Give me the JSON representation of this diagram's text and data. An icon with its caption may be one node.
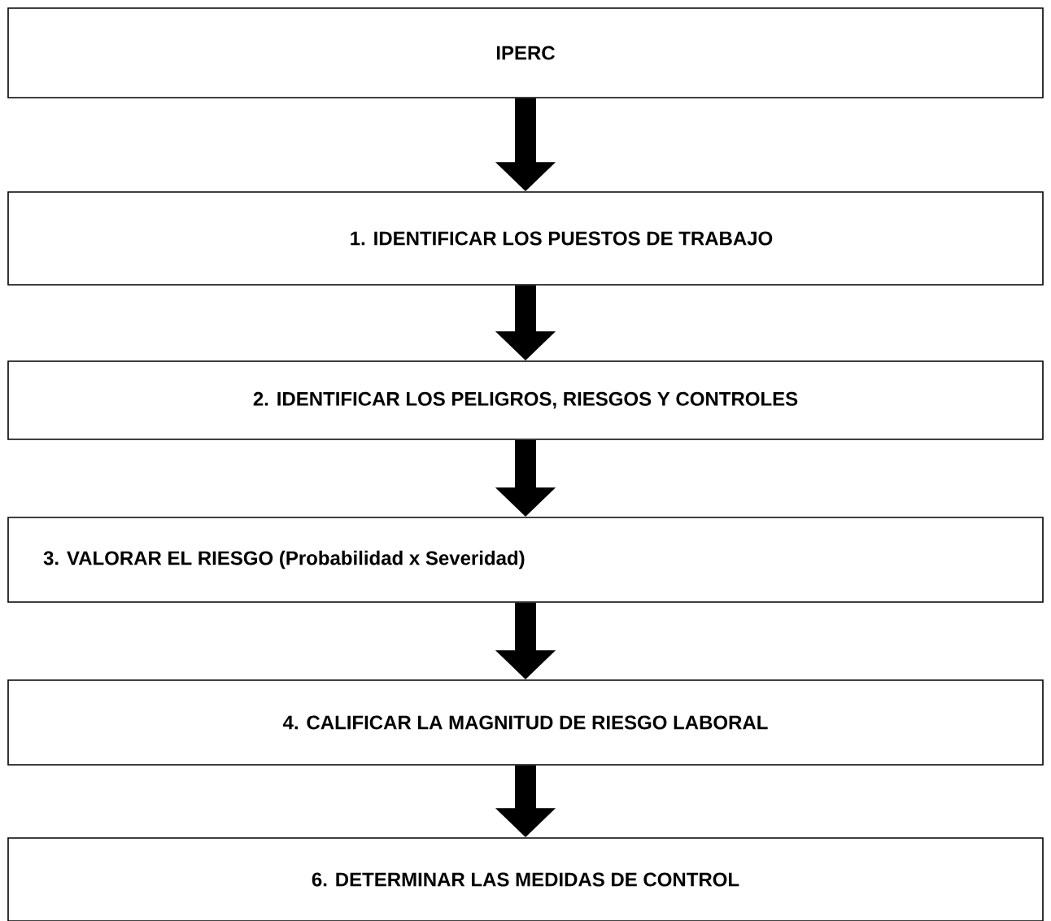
{
  "diagram": {
    "nodes": [
      {
        "text": [
          "IPERC"
        ]
      },
      {
        "text": [
          "1. IDENTIFICAR LOS PUESTOS DE TRABAJO"
        ]
      },
      {
        "text": [
          "2. IDENTIFICAR LOS PELIGROS, RIESGOS Y CONTROLES"
        ]
      },
      {
        "text": [
          "3. VALORAR EL RIESGO (Probabilidad x Severidad)"
        ]
      },
      {
        "text": [
          "4. CALIFICAR LA MAGNITUD DE RIESGO LABORAL"
        ]
      },
      {
        "text": [
          "6. DETERMINAR LAS MEDIDAS DE CONTROL"
        ]
      }
    ],
    "edges": [
      {
        "from": 0,
        "to": 1,
        "arrow": "to"
      },
      {
        "from": 1,
        "to": 2,
        "arrow": "to"
      },
      {
        "from": 2,
        "to": 3,
        "arrow": "to"
      },
      {
        "from": 3,
        "to": 4,
        "arrow": "to"
      },
      {
        "from": 4,
        "to": 5,
        "arrow": "to"
      }
    ]
  }
}
